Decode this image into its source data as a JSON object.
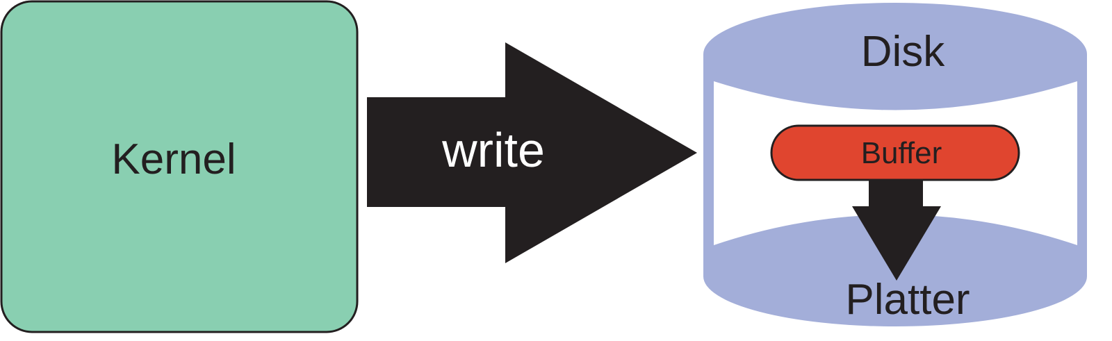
{
  "kernel": {
    "label": "Kernel",
    "color": "#89cfb1"
  },
  "arrow": {
    "label": "write",
    "color": "#231f20",
    "text_color": "#ffffff"
  },
  "disk": {
    "label": "Disk",
    "color": "#a3aed9",
    "buffer": {
      "label": "Buffer",
      "color": "#e0452f"
    },
    "platter": {
      "label": "Platter"
    }
  }
}
